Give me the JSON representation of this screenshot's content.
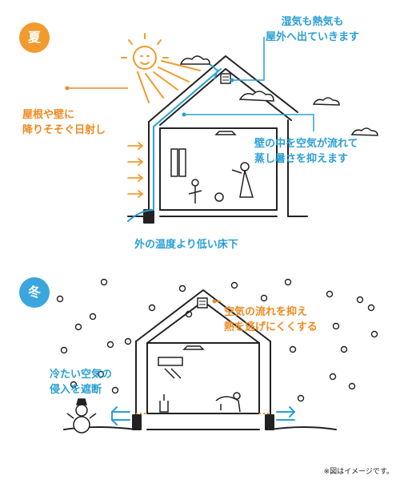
{
  "summer": {
    "badge": "夏",
    "badge_color": "#f29a2e",
    "label_exhaust": "湿気も熱気も\n屋外へ出ていきます",
    "label_sun": "屋根や壁に\n降りそそぐ日射し",
    "label_airflow": "壁の中を空気が流れて\n蒸し暑さを抑えます",
    "label_floor": "外の温度より低い床下"
  },
  "winter": {
    "badge": "冬",
    "badge_color": "#3aa6dd",
    "label_block": "空気の流れを抑え\n熱を逃げにくくする",
    "label_cold": "冷たい空気の\n侵入を遮断"
  },
  "colors": {
    "blue": "#2a9fd6",
    "orange": "#ee8a22",
    "line": "#222222"
  },
  "note": "※図はイメージです。"
}
